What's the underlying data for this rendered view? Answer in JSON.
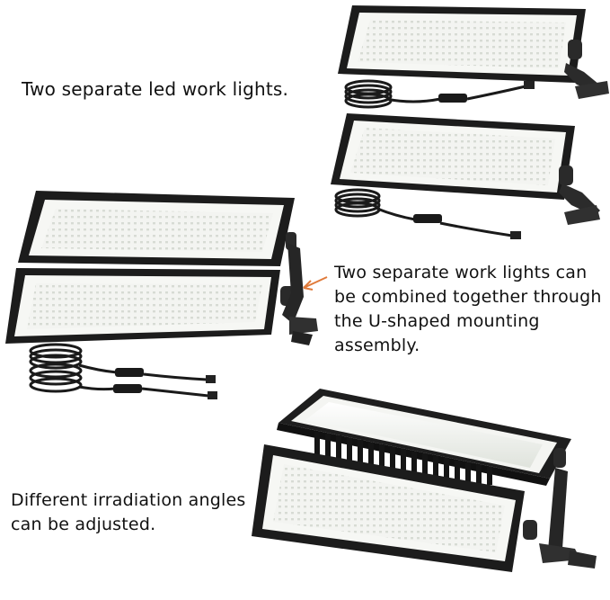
{
  "captions": {
    "top": "Two separate led work lights.",
    "middle": "Two separate work lights can be combined together through the U-shaped mounting assembly.",
    "bottom": "Different irradiation angles can be adjusted."
  },
  "colors": {
    "housing": "#1e1e1e",
    "led_panel": "#f1f3ef",
    "arrow": "#e07a3a"
  }
}
